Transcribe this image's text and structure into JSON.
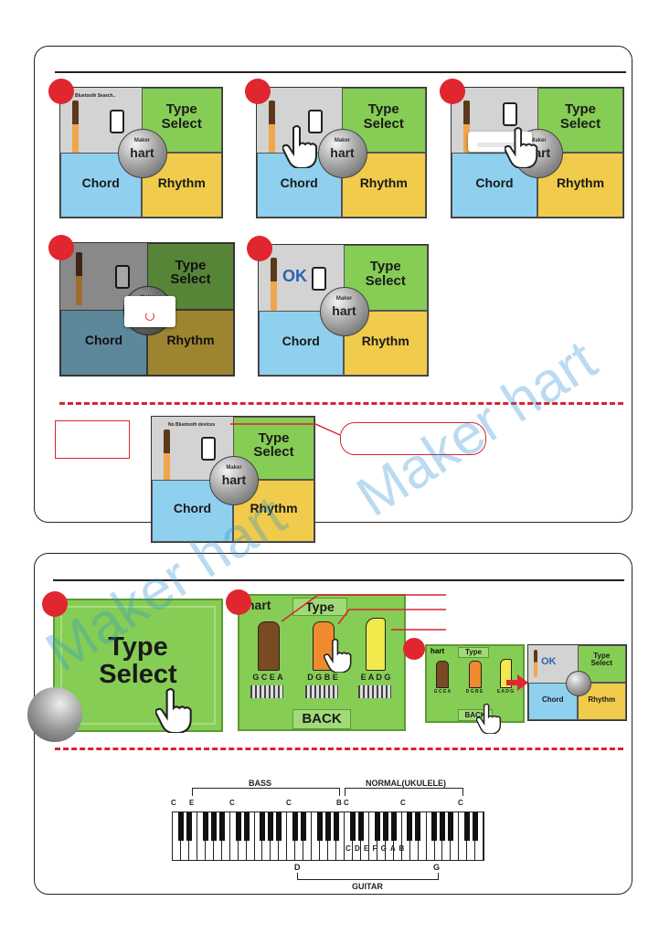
{
  "menu": {
    "type_select": "Type\nSelect",
    "chord": "Chord",
    "rhythm": "Rhythm",
    "logo_small": "Maker",
    "logo_main": "hart"
  },
  "bluetooth": {
    "searching": "Bluetooth Search..",
    "no_devices": "No Bluetooth devices",
    "ok": "OK"
  },
  "type_screen": {
    "big_title": "Type\nSelect",
    "tab": "Type",
    "back": "BACK",
    "tunings": [
      "G C E A",
      "D G B E",
      "E A D G"
    ]
  },
  "piano": {
    "top_labels": [
      "BASS",
      "NORMAL(UKULELE)"
    ],
    "bottom_label": "GUITAR",
    "note_marks": [
      "C",
      "E",
      "C",
      "C",
      "B",
      "C",
      "C",
      "C"
    ],
    "inner_notes": "C D E F G A B",
    "lower_marks": [
      "D",
      "G"
    ]
  },
  "watermark": "Maker hart",
  "colors": {
    "accent_red": "#e0262f",
    "green": "#86cd55",
    "blue": "#8fd0ee",
    "yellow": "#f1cb4b",
    "grey": "#d3d3d3"
  }
}
